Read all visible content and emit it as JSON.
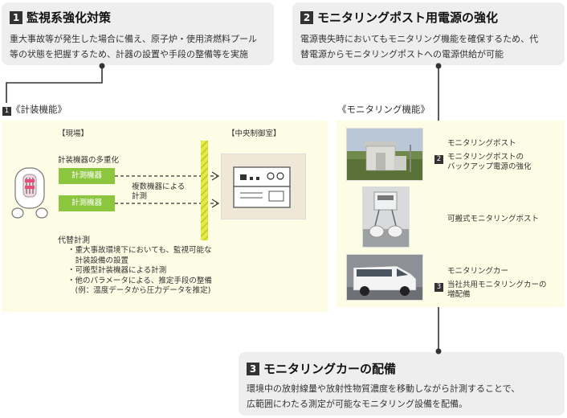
{
  "box1": {
    "num": "1",
    "title": "監視系強化対策",
    "text_line1": "重大事故等が発生した場合に備え、原子炉・使用済燃料プール",
    "text_line2": "等の状態を把握するため、計器の設置や手段の整備等を実施"
  },
  "box2": {
    "num": "2",
    "title": "モニタリングポスト用電源の強化",
    "text_line1": "電源喪失時においてもモニタリング機能を確保するため、代",
    "text_line2": "替電源からモニタリングポストへの電源供給が可能"
  },
  "box3": {
    "num": "3",
    "title": "モニタリングカーの配備",
    "text_line1": "環境中の放射線量や放射性物質濃度を移動しながら計測することで、",
    "text_line2": "広範囲にわたる測定が可能なモニタリング設備を配備。"
  },
  "instrument": {
    "marker": "1",
    "heading": "《計装機能》",
    "site_label": "【現場】",
    "control_label": "【中央制御室】",
    "multiplex_label": "計装機器の多重化",
    "device1": "計測機器",
    "device2": "計測機器",
    "multi_measure_line1": "複数機器による",
    "multi_measure_line2": "計測",
    "alt_title": "代替計測",
    "alt_items": [
      "・重大事故環境下においても、監視可能な",
      "　計装設備の設置",
      "・可搬型計装機器による計測",
      "・他のパラメータによる、推定手段の整備",
      "　(例：温度データから圧力データを推定)"
    ]
  },
  "monitoring": {
    "heading": "《モニタリング機能》",
    "post_label": "モニタリングポスト",
    "backup_marker": "2",
    "backup_line1": "モニタリングポストの",
    "backup_line2": "バックアップ電源の強化",
    "portable_label": "可搬式モニタリングポスト",
    "car_label": "モニタリングカー",
    "car_marker": "3",
    "shared_line1": "当社共用モニタリングカーの",
    "shared_line2": "増配備"
  },
  "colors": {
    "panel_bg": "#fdfde6",
    "box_bg": "#eeeeee",
    "accent_green": "#8cc63f",
    "hatch_yellow": "#d7df23",
    "device_panel": "#efe8d8"
  }
}
